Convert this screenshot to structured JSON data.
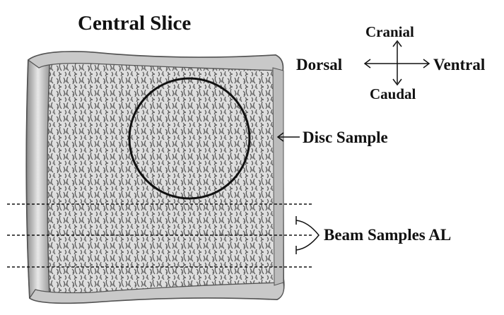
{
  "title": "Central Slice",
  "orientation": {
    "cranial": "Cranial",
    "caudal": "Caudal",
    "dorsal": "Dorsal",
    "ventral": "Ventral"
  },
  "annotations": {
    "disc_sample": "Disc Sample",
    "beam_samples": "Beam Samples AL"
  },
  "colors": {
    "background": "#ffffff",
    "ink": "#111111",
    "bone_light": "#e9e9e9",
    "bone_dark": "#6d6d6d"
  }
}
